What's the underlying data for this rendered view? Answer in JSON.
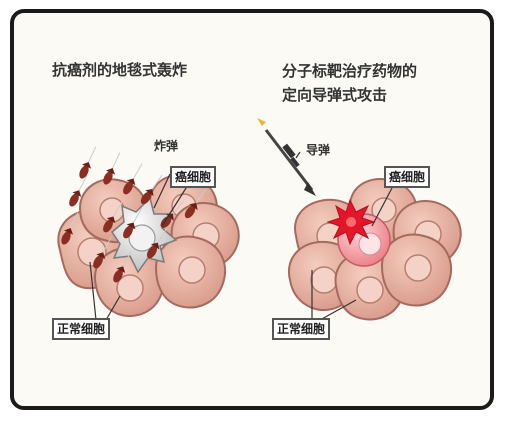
{
  "left_panel": {
    "title": "抗癌剂的地毯式轰炸",
    "bomb_label": "炸弹",
    "cancer_label": "癌细胞",
    "normal_label": "正常细胞"
  },
  "right_panel": {
    "title_line1": "分子标靶治疗药物的",
    "title_line2": "定向导弹式攻击",
    "missile_label": "导弹",
    "cancer_label": "癌细胞",
    "normal_label": "正常细胞"
  },
  "colors": {
    "cell_fill": "#e9b4a6",
    "cell_stroke": "#a56a5f",
    "nucleus_fill": "#f5d2c8",
    "bomb": "#8a2d22",
    "cancer_left": "#e6e6e6",
    "cancer_right": "#f08f95",
    "explosion": "#e4152a"
  }
}
